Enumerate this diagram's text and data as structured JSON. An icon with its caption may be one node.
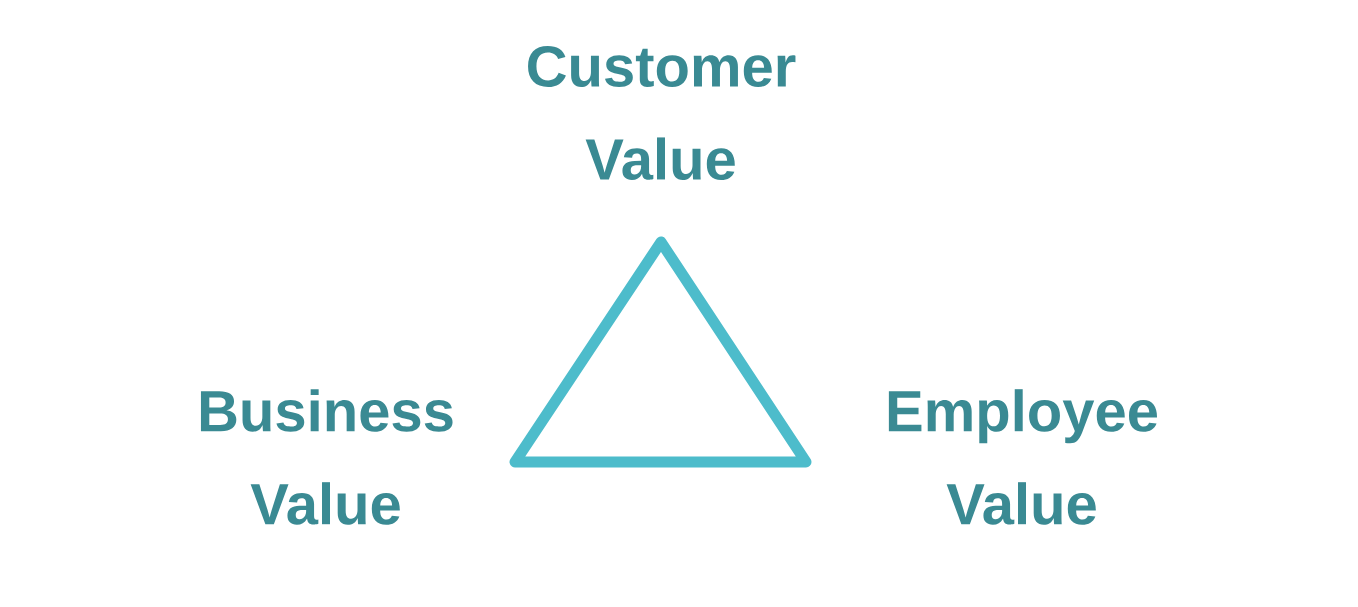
{
  "diagram": {
    "labels": [
      "Customer Value",
      "Business Value",
      "Employee Value"
    ]
  }
}
